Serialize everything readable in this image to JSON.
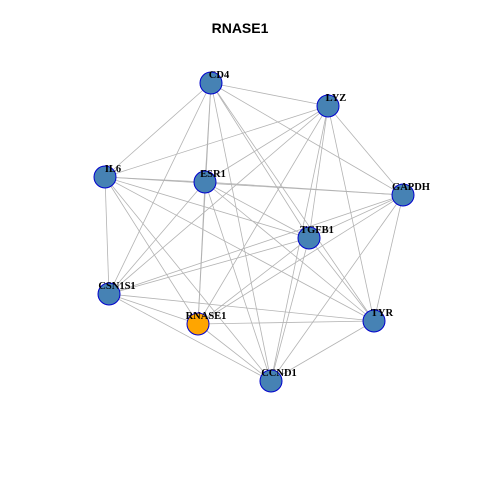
{
  "title": "RNASE1",
  "colors": {
    "edge": "#b3b3b3",
    "node_fill": "#4682b4",
    "node_stroke": "#0000cd",
    "highlight_fill": "#ffa500",
    "highlight_stroke": "#0000cd"
  },
  "nodes": [
    {
      "id": "CD4",
      "label": "CD4"
    },
    {
      "id": "LYZ",
      "label": "LYZ"
    },
    {
      "id": "IL6",
      "label": "IL6"
    },
    {
      "id": "ESR1",
      "label": "ESR1"
    },
    {
      "id": "GAPDH",
      "label": "GAPDH"
    },
    {
      "id": "TGFB1",
      "label": "TGFB1"
    },
    {
      "id": "CSN1S1",
      "label": "CSN1S1"
    },
    {
      "id": "RNASE1",
      "label": "RNASE1",
      "highlight": true
    },
    {
      "id": "TYR",
      "label": "TYR"
    },
    {
      "id": "CCND1",
      "label": "CCND1"
    }
  ],
  "edges": [
    [
      "CD4",
      "LYZ"
    ],
    [
      "CD4",
      "IL6"
    ],
    [
      "CD4",
      "ESR1"
    ],
    [
      "CD4",
      "GAPDH"
    ],
    [
      "CD4",
      "TGFB1"
    ],
    [
      "CD4",
      "CSN1S1"
    ],
    [
      "CD4",
      "RNASE1"
    ],
    [
      "CD4",
      "TYR"
    ],
    [
      "CD4",
      "CCND1"
    ],
    [
      "LYZ",
      "IL6"
    ],
    [
      "LYZ",
      "ESR1"
    ],
    [
      "LYZ",
      "GAPDH"
    ],
    [
      "LYZ",
      "TGFB1"
    ],
    [
      "LYZ",
      "RNASE1"
    ],
    [
      "LYZ",
      "TYR"
    ],
    [
      "LYZ",
      "CCND1"
    ],
    [
      "LYZ",
      "CSN1S1"
    ],
    [
      "IL6",
      "ESR1"
    ],
    [
      "IL6",
      "GAPDH"
    ],
    [
      "IL6",
      "TGFB1"
    ],
    [
      "IL6",
      "CSN1S1"
    ],
    [
      "IL6",
      "RNASE1"
    ],
    [
      "IL6",
      "TYR"
    ],
    [
      "IL6",
      "CCND1"
    ],
    [
      "ESR1",
      "GAPDH"
    ],
    [
      "ESR1",
      "TGFB1"
    ],
    [
      "ESR1",
      "CSN1S1"
    ],
    [
      "ESR1",
      "RNASE1"
    ],
    [
      "ESR1",
      "TYR"
    ],
    [
      "ESR1",
      "CCND1"
    ],
    [
      "GAPDH",
      "TGFB1"
    ],
    [
      "GAPDH",
      "CSN1S1"
    ],
    [
      "GAPDH",
      "RNASE1"
    ],
    [
      "GAPDH",
      "TYR"
    ],
    [
      "GAPDH",
      "CCND1"
    ],
    [
      "TGFB1",
      "CSN1S1"
    ],
    [
      "TGFB1",
      "RNASE1"
    ],
    [
      "TGFB1",
      "TYR"
    ],
    [
      "TGFB1",
      "CCND1"
    ],
    [
      "CSN1S1",
      "RNASE1"
    ],
    [
      "CSN1S1",
      "CCND1"
    ],
    [
      "CSN1S1",
      "TYR"
    ],
    [
      "RNASE1",
      "TYR"
    ],
    [
      "RNASE1",
      "CCND1"
    ],
    [
      "TYR",
      "CCND1"
    ]
  ]
}
